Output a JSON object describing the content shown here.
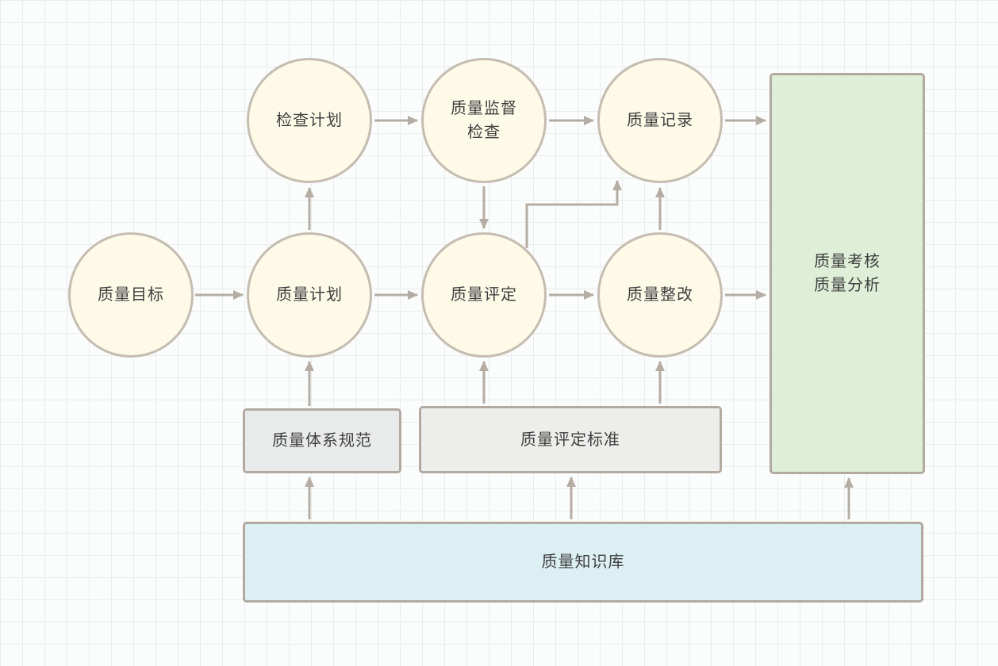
{
  "diagram": {
    "type": "flowchart",
    "nodes": {
      "inspection_plan": {
        "label": "检查计划",
        "shape": "circle"
      },
      "quality_supervision": {
        "label": "质量监督\n检查",
        "shape": "circle"
      },
      "quality_record": {
        "label": "质量记录",
        "shape": "circle"
      },
      "quality_goal": {
        "label": "质量目标",
        "shape": "circle"
      },
      "quality_plan": {
        "label": "质量计划",
        "shape": "circle"
      },
      "quality_evaluation": {
        "label": "质量评定",
        "shape": "circle"
      },
      "quality_rectification": {
        "label": "质量整改",
        "shape": "circle"
      },
      "quality_assessment_analysis": {
        "label": "质量考核\n质量分析",
        "shape": "rect",
        "fill": "#DFEED7"
      },
      "quality_system_spec": {
        "label": "质量体系规范",
        "shape": "rect",
        "fill": "#E9EBEA"
      },
      "quality_eval_standard": {
        "label": "质量评定标准",
        "shape": "rect",
        "fill": "#EDEDEB"
      },
      "quality_knowledge_base": {
        "label": "质量知识库",
        "shape": "rect",
        "fill": "#DCEFF2"
      }
    },
    "edges": [
      {
        "from": "quality_goal",
        "to": "quality_plan"
      },
      {
        "from": "quality_plan",
        "to": "quality_evaluation"
      },
      {
        "from": "quality_evaluation",
        "to": "quality_rectification"
      },
      {
        "from": "quality_rectification",
        "to": "quality_assessment_analysis"
      },
      {
        "from": "inspection_plan",
        "to": "quality_supervision"
      },
      {
        "from": "quality_supervision",
        "to": "quality_record"
      },
      {
        "from": "quality_record",
        "to": "quality_assessment_analysis"
      },
      {
        "from": "quality_plan",
        "to": "inspection_plan"
      },
      {
        "from": "quality_supervision",
        "to": "quality_evaluation"
      },
      {
        "from": "quality_evaluation",
        "to": "quality_record"
      },
      {
        "from": "quality_rectification",
        "to": "quality_record"
      },
      {
        "from": "quality_system_spec",
        "to": "quality_plan"
      },
      {
        "from": "quality_eval_standard",
        "to": "quality_evaluation"
      },
      {
        "from": "quality_eval_standard",
        "to": "quality_rectification"
      },
      {
        "from": "quality_knowledge_base",
        "to": "quality_system_spec"
      },
      {
        "from": "quality_knowledge_base",
        "to": "quality_eval_standard"
      },
      {
        "from": "quality_knowledge_base",
        "to": "quality_assessment_analysis"
      }
    ],
    "colors": {
      "circle_fill": "#FDFAE8",
      "circle_stroke": "#C5BDB1",
      "green_fill": "#DFEED7",
      "gray_fill": "#E9EBEA",
      "gray2_fill": "#EDEDEB",
      "blue_fill": "#DCEFF2",
      "rect_stroke": "#B2AAA0",
      "edge_color": "#B5ADA3",
      "text_color": "#3F3F3F",
      "grid_line": "#E9EDED",
      "background": "#FBFCFC"
    }
  }
}
